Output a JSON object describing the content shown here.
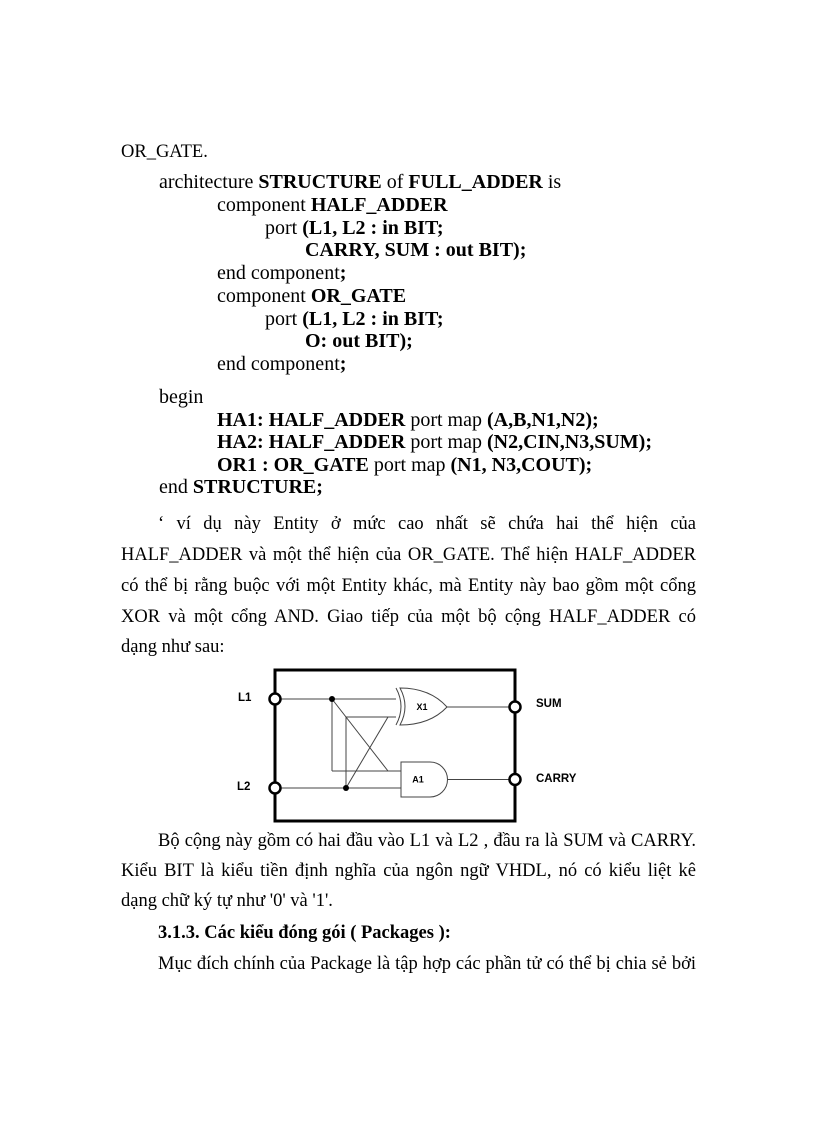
{
  "document": {
    "lead_in": "OR_GATE.",
    "code_block": {
      "lines": [
        {
          "seg": [
            {
              "text": "architecture ",
              "bold": false
            },
            {
              "text": "STRUCTURE",
              "bold": true
            },
            {
              "text": " of ",
              "bold": false
            },
            {
              "text": "FULL_ADDER",
              "bold": true
            },
            {
              "text": " is",
              "bold": false
            }
          ]
        },
        {
          "seg": [
            {
              "text": "component ",
              "bold": false
            },
            {
              "text": "HALF_ADDER",
              "bold": true
            }
          ]
        },
        {
          "seg": [
            {
              "text": "port ",
              "bold": false
            },
            {
              "text": "(L1, L2 : in BIT;",
              "bold": true
            }
          ]
        },
        {
          "seg": [
            {
              "text": "CARRY, SUM : out BIT);",
              "bold": true
            }
          ]
        },
        {
          "seg": [
            {
              "text": "end component",
              "bold": false
            },
            {
              "text": ";",
              "bold": true
            }
          ]
        },
        {
          "seg": [
            {
              "text": "component ",
              "bold": false
            },
            {
              "text": "OR_GATE",
              "bold": true
            }
          ]
        },
        {
          "seg": [
            {
              "text": "port ",
              "bold": false
            },
            {
              "text": "(L1, L2 : in BIT;",
              "bold": true
            }
          ]
        },
        {
          "seg": [
            {
              "text": "O: out BIT);",
              "bold": true
            }
          ]
        },
        {
          "seg": [
            {
              "text": "end component",
              "bold": false
            },
            {
              "text": ";",
              "bold": true
            }
          ]
        },
        {
          "seg": [
            {
              "text": "begin",
              "bold": false
            }
          ]
        },
        {
          "seg": [
            {
              "text": "HA1: HALF_ADDER",
              "bold": true
            },
            {
              "text": " port map ",
              "bold": false
            },
            {
              "text": "(A,B,N1,N2);",
              "bold": true
            }
          ]
        },
        {
          "seg": [
            {
              "text": "HA2: HALF_ADDER",
              "bold": true
            },
            {
              "text": " port map ",
              "bold": false
            },
            {
              "text": "(N2,CIN,N3,SUM);",
              "bold": true
            }
          ]
        },
        {
          "seg": [
            {
              "text": "OR1 : OR_GATE",
              "bold": true
            },
            {
              "text": " port map ",
              "bold": false
            },
            {
              "text": "(N1, N3,COUT);",
              "bold": true
            }
          ]
        },
        {
          "seg": [
            {
              "text": "end ",
              "bold": false
            },
            {
              "text": "STRUCTURE;",
              "bold": true
            }
          ]
        }
      ]
    },
    "paragraphs": [
      {
        "lines": [
          "‘ ví dụ này Entity ở mức cao nhất sẽ chứa hai thể hiện của",
          "HALF_ADDER và một thể hiện của OR_GATE. Thể hiện HALF_ADDER",
          "có thể bị rằng buộc với một Entity khác, mà Entity này bao gồm một cổng",
          "XOR và một cổng AND. Giao tiếp của một bộ cộng HALF_ADDER có",
          "dạng như sau:"
        ]
      },
      {
        "lines": [
          "Bộ cộng này gồm có hai đầu vào L1 và L2 , đầu ra là SUM và CARRY.",
          "Kiểu BIT là kiểu tiền định nghĩa của ngôn ngữ VHDL, nó có kiểu liệt kê",
          "dạng chữ ký tự như '0' và '1'."
        ]
      },
      {
        "lines": [
          "Mục đích chính của Package là tập hợp các phần tử có thể bị chia sẻ bởi"
        ]
      }
    ],
    "section_heading": "3.1.3. Các kiểu đóng gói ( Packages ):",
    "diagram": {
      "inputs": [
        "L1",
        "L2"
      ],
      "outputs": [
        "SUM",
        "CARRY"
      ],
      "gates": [
        {
          "label": "X1",
          "type": "XOR"
        },
        {
          "label": "A1",
          "type": "AND"
        }
      ]
    }
  }
}
